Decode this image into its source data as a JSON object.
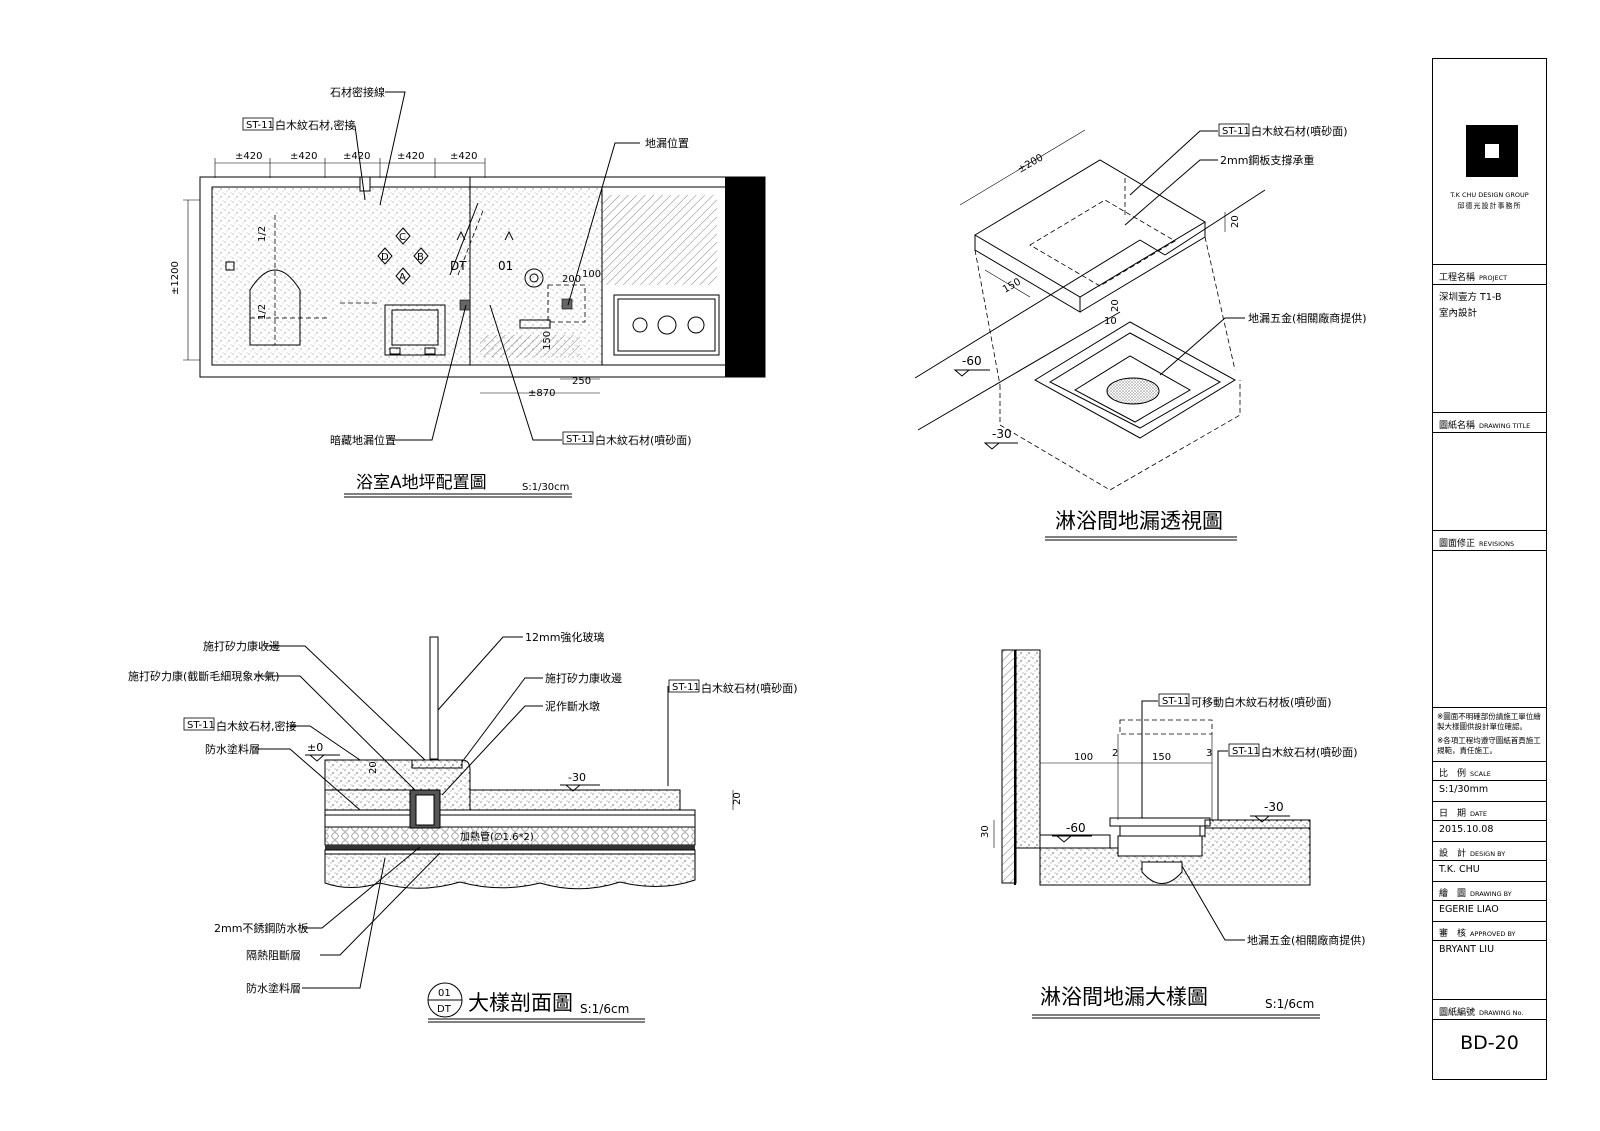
{
  "plan": {
    "title": "浴室A地坪配置圖",
    "scale": "S:1/30cm",
    "label_stone_joint": "石材密接線",
    "label_st11_tight": "白木紋石材,密接",
    "label_drain_pos": "地漏位置",
    "label_hidden_drain": "暗藏地漏位置",
    "label_st11_sand": "白木紋石材(噴砂面)",
    "tag_st11": "ST-11",
    "dims_top": [
      "±420",
      "±420",
      "±420",
      "±420",
      "±420"
    ],
    "dim_left": "±1200",
    "dim_bottom": "±870",
    "dim_250": "250",
    "dim_200": "200",
    "dim_100": "100",
    "dim_150": "150",
    "dim_half1": "1/2",
    "dim_half2": "1/2",
    "marker_dt": "DT",
    "marker_01": "01",
    "compass": [
      "C",
      "D",
      "B",
      "A"
    ]
  },
  "persp": {
    "title": "淋浴間地漏透視圖",
    "label_st11": "白木紋石材(噴砂面)",
    "label_plate": "2mm鋼板支撐承重",
    "label_hardware": "地漏五金(相關廠商提供)",
    "tag_st11": "ST-11",
    "dim_200": "±200",
    "dim_150": "150",
    "dim_20a": "20",
    "dim_20b": "20",
    "dim_10": "10",
    "level_60": "-60",
    "level_30": "-30"
  },
  "section": {
    "title": "大樣剖面圖",
    "scale": "S:1/6cm",
    "bubble_top": "01",
    "bubble_bottom": "DT",
    "label_silicone_edge_l": "施打矽力康收邊",
    "label_silicone_capillary": "施打矽力康(截斷毛細現象水氣)",
    "label_st11_tight": "白木紋石材,密接",
    "label_waterproof_top": "防水塗料層",
    "label_glass": "12mm強化玻璃",
    "label_silicone_edge_r": "施打矽力康收邊",
    "label_mortar_curb": "泥作斷水墩",
    "label_st11_sand": "白木紋石材(噴砂面)",
    "label_heating": "加熱管(∅1.6*2)",
    "label_steel": "2mm不銹鋼防水板",
    "label_insulation": "隔熱阻斷層",
    "label_waterproof_bot": "防水塗料層",
    "tag_st11": "ST-11",
    "level_0": "±0",
    "level_30": "-30",
    "dim_20a": "20",
    "dim_20b": "20"
  },
  "detail": {
    "title": "淋浴間地漏大樣圖",
    "scale": "S:1/6cm",
    "label_movable": "可移動白木紋石材板(噴砂面)",
    "label_st11": "白木紋石材(噴砂面)",
    "label_hardware": "地漏五金(相關廠商提供)",
    "tag_st11": "ST-11",
    "dim_100": "100",
    "dim_2": "2",
    "dim_150": "150",
    "dim_3": "3",
    "dim_30": "30",
    "level_60": "-60",
    "level_30": "-30"
  },
  "titleblock": {
    "company_en": "T.K CHU DESIGN GROUP",
    "company_zh": "邱德光設計事務所",
    "project_label": "工程名稱",
    "project_label_en": "PROJECT",
    "project_value_1": "深圳壹方 T1-B",
    "project_value_2": "室內設計",
    "drawing_title_label": "圖紙名稱",
    "drawing_title_label_en": "DRAWING TITLE",
    "revisions_label": "圖面修正",
    "revisions_label_en": "REVISIONS",
    "note_1": "※圖面不明確部份請施工單位繪製大樣圖供設計單位確認。",
    "note_2": "※各項工程均遵守圖紙首頁施工規範，責任施工。",
    "scale_label": "比　例",
    "scale_label_en": "SCALE",
    "scale_value": "S:1/30mm",
    "date_label": "日　期",
    "date_label_en": "DATE",
    "date_value": "2015.10.08",
    "design_label": "設　計",
    "design_label_en": "DESIGN BY",
    "design_value": "T.K. CHU",
    "drawing_label": "繪　圖",
    "drawing_label_en": "DRAWING BY",
    "drawing_value": "EGERIE LIAO",
    "approved_label": "審　核",
    "approved_label_en": "APPROVED BY",
    "approved_value": "BRYANT LIU",
    "number_label": "圖紙編號",
    "number_label_en": "DRAWING No.",
    "number_value": "BD-20"
  }
}
